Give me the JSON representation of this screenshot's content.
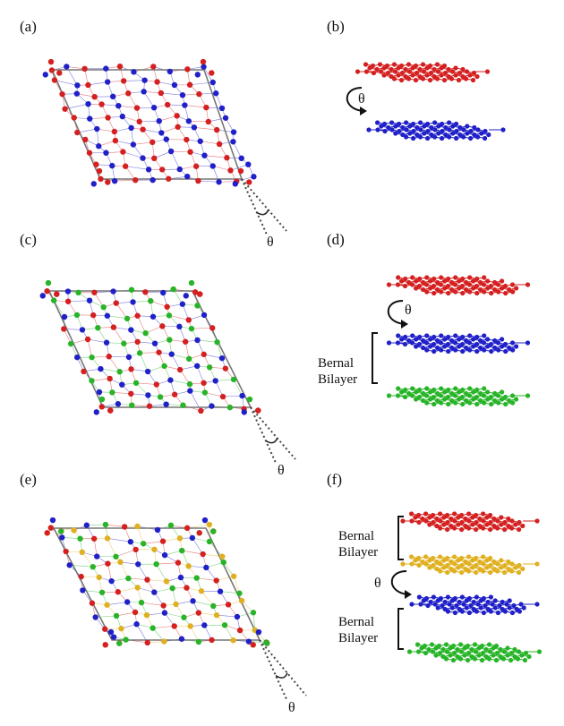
{
  "panels": [
    {
      "label": "(a)",
      "type": "moire-top-view",
      "layers": [
        "red",
        "blue"
      ]
    },
    {
      "label": "(b)",
      "type": "side-view",
      "layers": [
        "red",
        "blue"
      ]
    },
    {
      "label": "(c)",
      "type": "moire-top-view",
      "layers": [
        "red",
        "blue",
        "green"
      ]
    },
    {
      "label": "(d)",
      "type": "side-view",
      "layers": [
        "red",
        "blue",
        "green"
      ]
    },
    {
      "label": "(e)",
      "type": "moire-top-view",
      "layers": [
        "red",
        "yellow",
        "blue",
        "green"
      ]
    },
    {
      "label": "(f)",
      "type": "side-view",
      "layers": [
        "red",
        "yellow",
        "blue",
        "green"
      ]
    }
  ],
  "theta": "θ",
  "bernal_line1": "Bernal",
  "bernal_line2": "Bilayer",
  "colors": {
    "red": "#d42020",
    "blue": "#2020c8",
    "green": "#28b428",
    "yellow": "#e0b020",
    "frame": "#777777"
  }
}
